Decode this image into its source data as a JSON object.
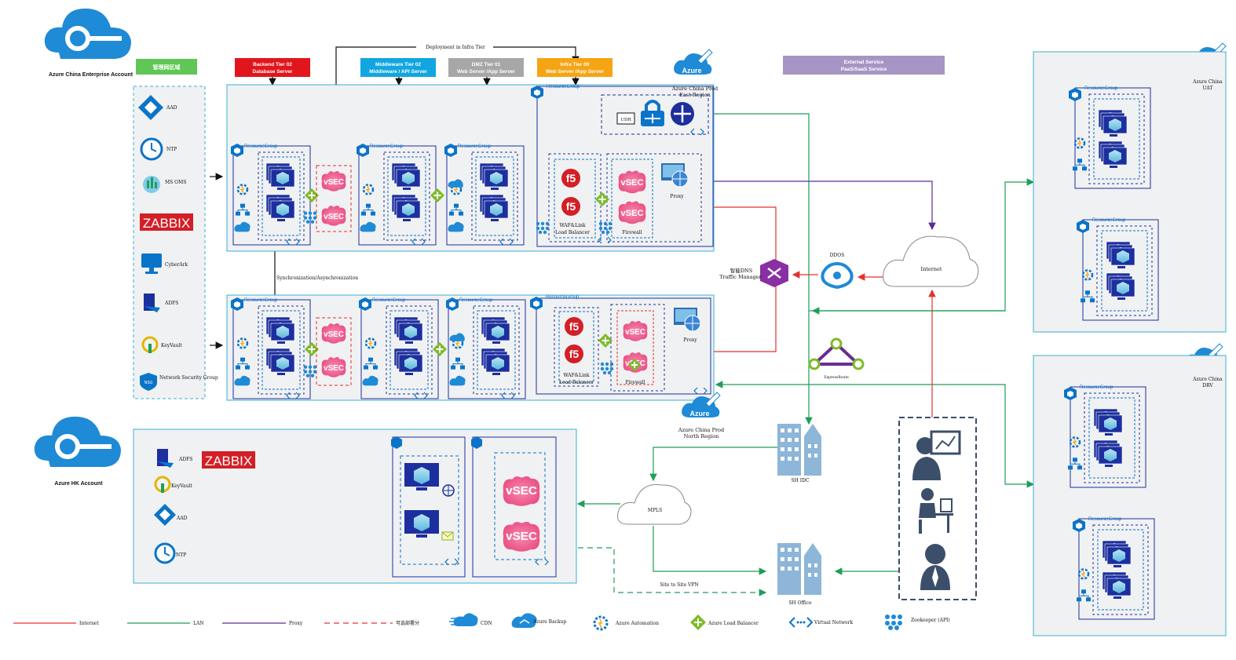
{
  "accounts": {
    "china": "Azure China Enterprise Account",
    "hk": "Azure HK Account"
  },
  "tiers": {
    "mgmt": "管理网区域",
    "backend": [
      "Backend Tier 02",
      "Database Server"
    ],
    "middleware": [
      "Middleware Tier 02",
      "Middleware / API Server"
    ],
    "dmz": [
      "DMZ Tier 01",
      "Web Server /App Server"
    ],
    "infra": [
      "Infra Tier 00",
      "Web Server /App Server"
    ],
    "external": [
      "External Service",
      "PaaS/SaaS Service"
    ]
  },
  "labels": {
    "deployment": "Deployment in Infra Tier",
    "sync": "Synchronization/Asynchronization",
    "resource_group": "ResourceGroup",
    "east_region": [
      "Azure China Prod",
      "East Region"
    ],
    "north_region": [
      "Azure China Prod",
      "North Region"
    ],
    "uat": [
      "Azure China",
      "UAT"
    ],
    "drv": [
      "Azure China",
      "DRV"
    ],
    "azure": "Azure",
    "udr": "UDR",
    "waf": [
      "WAF&Link",
      "Load Balancer"
    ],
    "firewall": "Firewall",
    "proxy": "Proxy",
    "dns": [
      "智能DNS",
      "Traffic Manager"
    ],
    "ddos": "DDOS",
    "internet": "Internet",
    "express_route": "ExpressRoute",
    "mpls": "MPLS",
    "sh_idc": "SH IDC",
    "sh_office": "SH Office",
    "site_vpn": "Site to Site VPN",
    "vsec": "vSEC",
    "f5": "f5",
    "zabbix": "ZABBIX"
  },
  "mgmt_items": [
    "AAD",
    "NTP",
    "MS OMS",
    "ZABBIX",
    "CyberArk",
    "ADFS",
    "KeyVault",
    "Network Security Group"
  ],
  "hk_items": [
    "ADFS",
    "KeyVault",
    "AAD",
    "NTP"
  ],
  "legend": [
    {
      "label": "Internet",
      "color": "#e5312f",
      "style": "solid"
    },
    {
      "label": "LAN",
      "color": "#1f9e58",
      "style": "solid"
    },
    {
      "label": "Proxy",
      "color": "#5a2d9a",
      "style": "solid"
    },
    {
      "label": "可选部署分",
      "color": "#e5312f",
      "style": "dashed"
    },
    {
      "label": "CDN",
      "icon": "cdn-icon"
    },
    {
      "label": "Azure Backup",
      "icon": "backup-icon"
    },
    {
      "label": "Azure Automation",
      "icon": "automation-icon"
    },
    {
      "label": "Azure Load Balancer",
      "icon": "load-balancer-icon"
    },
    {
      "label": "Virtual Network",
      "icon": "virtual-network-icon"
    },
    {
      "label": "Zookeeper (API)",
      "icon": "zookeeper-icon"
    }
  ],
  "colors": {
    "blue": "#0a74c9",
    "navy": "#1d2f9e",
    "red_header": "#e0161c",
    "cyan_header": "#12a6e0",
    "gray_header": "#a7a7a7",
    "amber_header": "#f5a413",
    "purple_header": "#a695c4",
    "green_header": "#60c655",
    "lan": "#1f9e58",
    "internet": "#e5312f",
    "proxy": "#5a2d9a",
    "zone_bg": "#f0f1f2",
    "zone_border": "#3ab0d6"
  }
}
